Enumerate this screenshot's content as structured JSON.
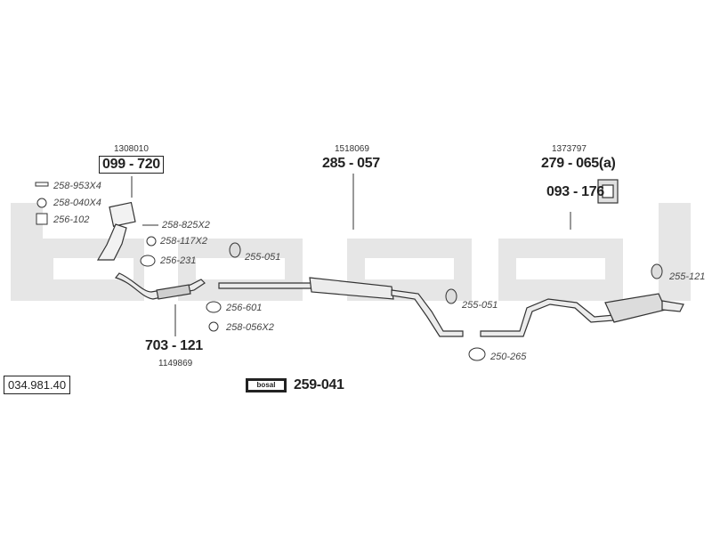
{
  "watermark": {
    "text": "bosal",
    "color": "#e3e3e3"
  },
  "front": {
    "ref_number": "1308010",
    "part_number": "099 - 720",
    "components": [
      "258-953X4",
      "258-040X4",
      "256-102",
      "258-825X2",
      "258-117X2",
      "256-231"
    ]
  },
  "downpipe": {
    "part_number": "703 - 121",
    "ref_number": "1149869",
    "components": [
      "256-601",
      "258-056X2"
    ]
  },
  "middle": {
    "ref_number": "1518069",
    "part_number": "285 - 057",
    "components": [
      "255-051",
      "255-051",
      "250-265"
    ]
  },
  "rear": {
    "ref_number": "1373797",
    "part_number": "279 - 065(a)",
    "bracket_part": "093 - 176",
    "components": [
      "255-121"
    ]
  },
  "kit": {
    "logo_text": "bosal",
    "part_number": "259-041"
  },
  "catalog_number": "034.981.40"
}
